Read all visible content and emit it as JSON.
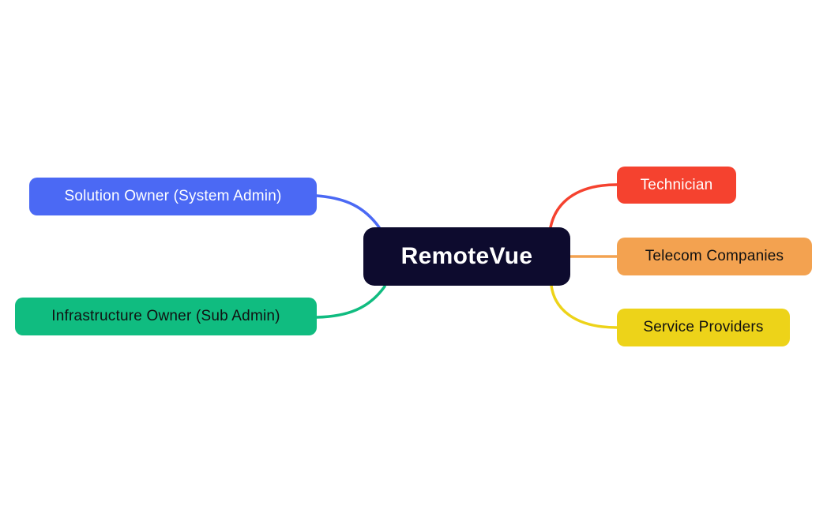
{
  "canvas": {
    "background_color": "#ffffff"
  },
  "mindmap": {
    "root": {
      "label": "RemoteVue",
      "color": "#0d0b2e",
      "text_color": "#ffffff"
    },
    "left_branches": [
      {
        "id": "solution-owner",
        "label": "Solution Owner (System Admin)",
        "color": "#4b69f4",
        "text_color": "#ffffff"
      },
      {
        "id": "infrastructure-owner",
        "label": "Infrastructure Owner (Sub Admin)",
        "color": "#10bc80",
        "text_color": "#111111"
      }
    ],
    "right_branches": [
      {
        "id": "technician",
        "label": "Technician",
        "color": "#f5422f",
        "text_color": "#ffffff"
      },
      {
        "id": "telecom-companies",
        "label": "Telecom Companies",
        "color": "#f3a250",
        "text_color": "#111111"
      },
      {
        "id": "service-providers",
        "label": "Service Providers",
        "color": "#edd319",
        "text_color": "#111111"
      }
    ],
    "edges": [
      {
        "from": "root",
        "to": "solution-owner",
        "color": "#4b69f4"
      },
      {
        "from": "root",
        "to": "infrastructure-owner",
        "color": "#10bc80"
      },
      {
        "from": "root",
        "to": "technician",
        "color": "#f5422f"
      },
      {
        "from": "root",
        "to": "telecom-companies",
        "color": "#f3a250"
      },
      {
        "from": "root",
        "to": "service-providers",
        "color": "#edd319"
      }
    ]
  }
}
